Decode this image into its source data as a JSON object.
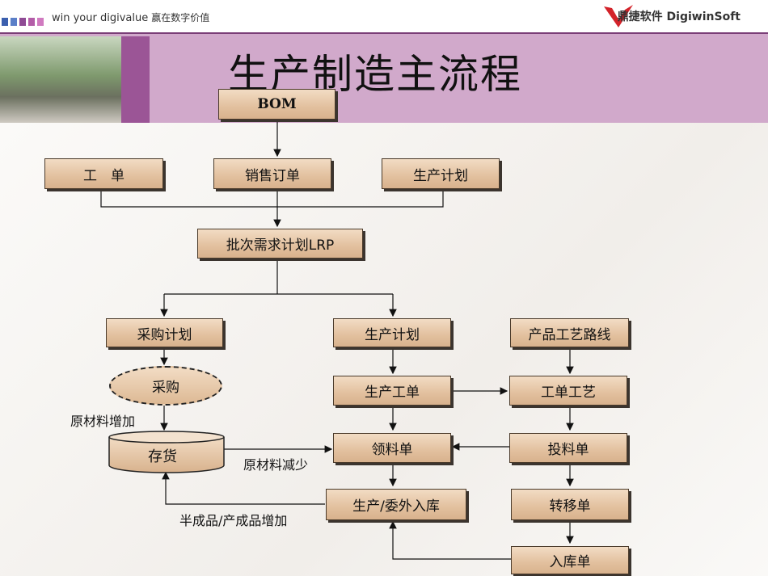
{
  "header": {
    "slogan_en": "win your digivalue",
    "slogan_cn": "赢在数字价值",
    "brand": "鼎捷软件 DigiwinSoft",
    "square_colors": [
      "#3b5fae",
      "#5b7fc8",
      "#8f4b95",
      "#b35da8",
      "#d07ac0"
    ]
  },
  "title": "生产制造主流程",
  "nodes": {
    "bom": "BOM",
    "gongdan": "工　单",
    "xiaoshou": "销售订单",
    "shengchan_jihua_top": "生产计划",
    "lrp": "批次需求计划LRP",
    "caigou_jihua": "采购计划",
    "shengchan_jihua": "生产计划",
    "gongyi_luxian": "产品工艺路线",
    "caigou": "采购",
    "shengchan_gongdan": "生产工单",
    "gongdan_gongyi": "工单工艺",
    "cunhuo": "存货",
    "lingliao": "领料单",
    "touliao": "投料单",
    "ruku": "生产/委外入库",
    "zhuanyi": "转移单",
    "rukudan": "入库单"
  },
  "labels": {
    "yuancailiao_zengjia": "原材料增加",
    "yuancailiao_jianshao": "原材料减少",
    "banchengpin": "半成品/产成品增加"
  }
}
